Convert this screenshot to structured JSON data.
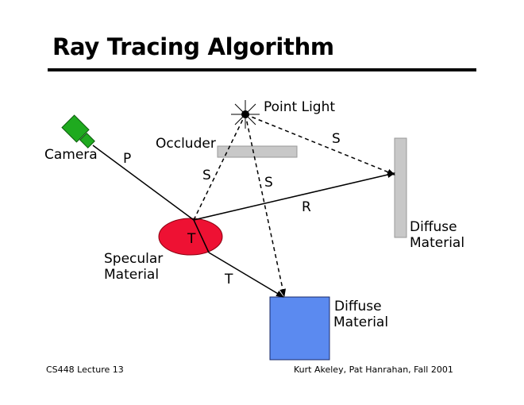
{
  "slide": {
    "title": "Ray Tracing Algorithm",
    "footer_left": "CS448 Lecture 13",
    "footer_right": "Kurt Akeley, Pat Hanrahan, Fall 2001"
  },
  "diagram": {
    "labels": {
      "point_light": "Point Light",
      "occluder": "Occluder",
      "camera": "Camera",
      "specular_line1": "Specular",
      "specular_line2": "Material",
      "diffuse_right_line1": "Diffuse",
      "diffuse_right_line2": "Material",
      "diffuse_box_line1": "Diffuse",
      "diffuse_box_line2": "Material"
    },
    "ray_labels": {
      "primary": "P",
      "shadow_occluded": "S",
      "shadow_box": "S",
      "shadow_right": "S",
      "reflected": "R",
      "transmitted_inside": "T",
      "transmitted_out": "T"
    },
    "colors": {
      "camera": "#1faa1f",
      "specular": "#ee1133",
      "diffuse_box": "#5b8af0",
      "gray_object": "#c8c8c8"
    }
  }
}
